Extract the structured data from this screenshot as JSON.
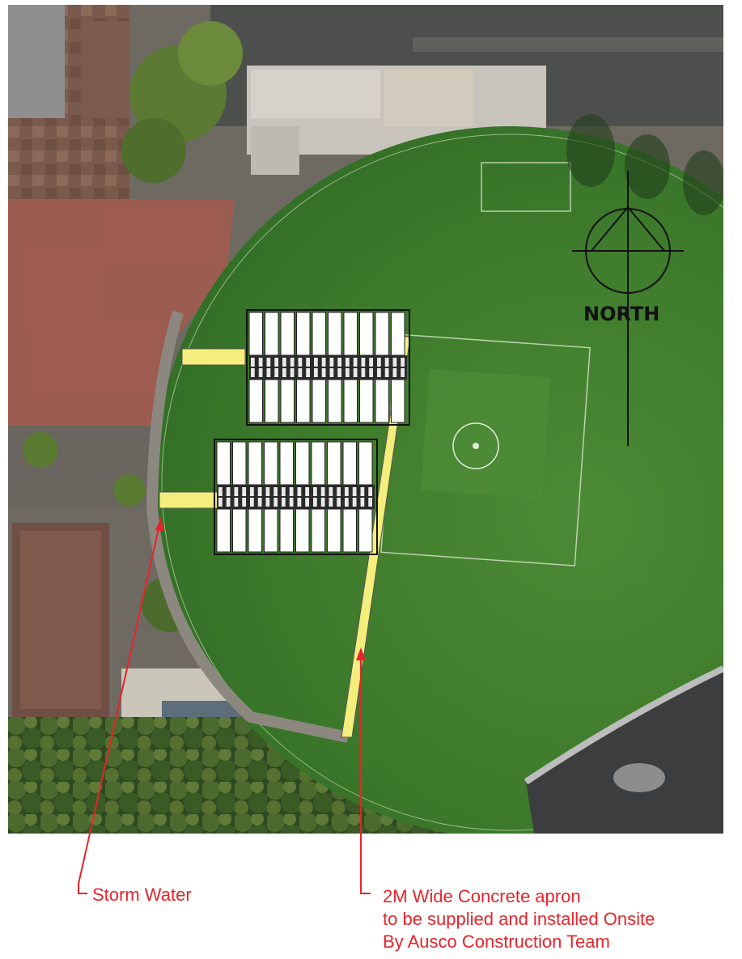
{
  "compass": {
    "label": "NORTH",
    "icon": "north-arrow-icon"
  },
  "annotations": {
    "storm_water": "Storm Water",
    "apron_lines": [
      "2M Wide Concrete apron",
      "to be supplied and installed Onsite",
      "By Ausco Construction Team"
    ]
  },
  "colors": {
    "annotation_red": "#e8232a",
    "apron_yellow": "#f4ee7c",
    "turf_green": "#3f7a2c",
    "building_white": "#ffffff"
  },
  "layout_blocks": {
    "upper_rows": 2,
    "lower_rows": 2
  }
}
